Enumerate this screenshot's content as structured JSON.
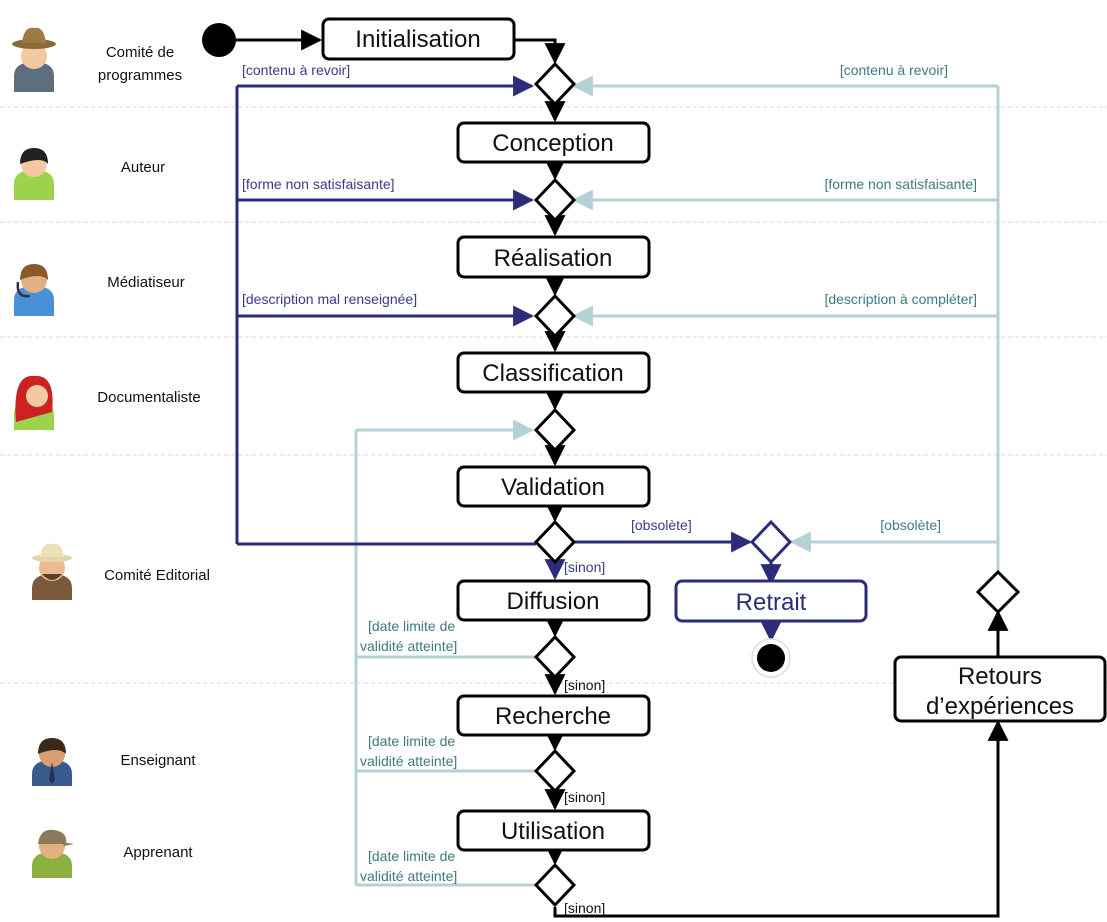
{
  "roles": [
    {
      "label": "Comité de",
      "label2": "programmes",
      "icon": "cowboy-hat-person-icon"
    },
    {
      "label": "Auteur",
      "icon": "author-person-icon"
    },
    {
      "label": "Médiatiseur",
      "icon": "headset-person-icon"
    },
    {
      "label": "Documentaliste",
      "icon": "red-haired-person-icon"
    },
    {
      "label": "Comité Editorial",
      "icon": "safari-hat-person-icon"
    },
    {
      "label": "Enseignant",
      "icon": "teacher-person-icon"
    },
    {
      "label": "Apprenant",
      "icon": "cap-person-icon"
    }
  ],
  "nodes": {
    "initialisation": "Initialisation",
    "conception": "Conception",
    "realisation": "Réalisation",
    "classification": "Classification",
    "validation": "Validation",
    "diffusion": "Diffusion",
    "retrait": "Retrait",
    "recherche": "Recherche",
    "utilisation": "Utilisation",
    "retours_line1": "Retours",
    "retours_line2": "d’expériences"
  },
  "guards": {
    "contenu_left": "[contenu à revoir]",
    "contenu_right": "[contenu à revoir]",
    "forme_left": "[forme non satisfaisante]",
    "forme_right": "[forme non satisfaisante]",
    "description_left": "[description mal renseignée]",
    "description_right": "[description à compléter]",
    "obsolete_left": "[obsolète]",
    "obsolete_right": "[obsolète]",
    "sinon": "[sinon]",
    "date_limite_line1": "[date limite de",
    "date_limite_line2": "validité atteinte]"
  },
  "colors": {
    "main_flow": "#000000",
    "validation_feedback": "#2c2c7a",
    "experience_feedback": "#b4d2d4",
    "validity_feedback": "#b4d2d4",
    "guard_dark": "#3a3a8c",
    "guard_teal": "#3e7a80"
  }
}
